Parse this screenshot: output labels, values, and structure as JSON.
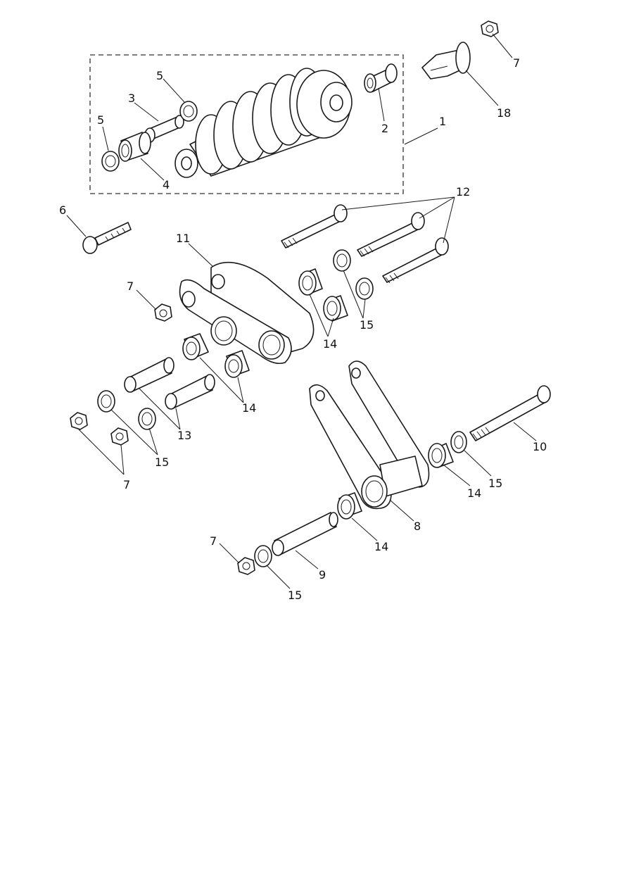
{
  "diagram": {
    "callouts": {
      "c1": "1",
      "c2": "2",
      "c3": "3",
      "c4": "4",
      "c5a": "5",
      "c5b": "5",
      "c6": "6",
      "c7a": "7",
      "c7b": "7",
      "c7c": "7",
      "c7d": "7",
      "c8": "8",
      "c9": "9",
      "c10": "10",
      "c11": "11",
      "c12": "12",
      "c13": "13",
      "c14a": "14",
      "c14b": "14",
      "c14c": "14",
      "c14d": "14",
      "c15a": "15",
      "c15b": "15",
      "c15c": "15",
      "c15d": "15",
      "c18": "18"
    },
    "colors": {
      "ink": "#1a1a1a",
      "paper": "#ffffff"
    }
  }
}
